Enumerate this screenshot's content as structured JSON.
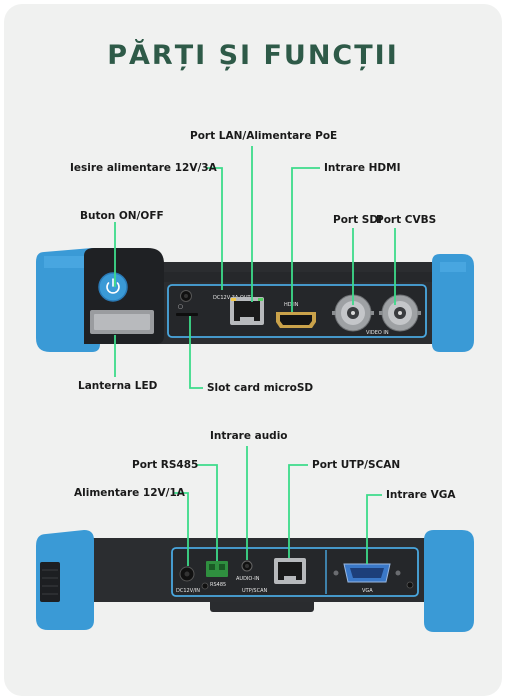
{
  "title": "PĂRȚI ȘI FUNCȚII",
  "colors": {
    "accent": "#3ddb8a",
    "title": "#2e5a48",
    "bumper_blue": "#3a9ad6",
    "panel_outline": "#4aa8e0",
    "body_dark": "#2b2d30"
  },
  "top_device": {
    "labels": {
      "lan_poe": "Port LAN/Alimentare PoE",
      "power_out": "Iesire alimentare 12V/3A",
      "hdmi_in": "Intrare HDMI",
      "power_button": "Buton ON/OFF",
      "sdi_port": "Port SDI",
      "cvbs_port": "Port CVBS",
      "led_flashlight": "Lanterna LED",
      "microsd_slot": "Slot card microSD"
    },
    "port_marks": {
      "dc_out": "DC12V 3A OUT",
      "hdmi": "HD IN",
      "video_in": "VIDEO IN"
    },
    "icons": [
      "power-icon",
      "ethernet-port-icon",
      "hdmi-port-icon",
      "bnc-connector-icon"
    ]
  },
  "bottom_device": {
    "labels": {
      "audio_in": "Intrare audio",
      "rs485": "Port RS485",
      "utp_scan": "Port UTP/SCAN",
      "power_in": "Alimentare 12V/1A",
      "vga_in": "Intrare VGA"
    },
    "port_marks": {
      "dc_in": "DC12V/IN",
      "rs485": "RS485",
      "audio": "AUDIO-IN",
      "utp": "UTP/SCAN",
      "vga": "VGA"
    },
    "icons": [
      "dc-jack-icon",
      "terminal-block-icon",
      "audio-jack-icon",
      "ethernet-port-icon",
      "vga-port-icon"
    ]
  }
}
